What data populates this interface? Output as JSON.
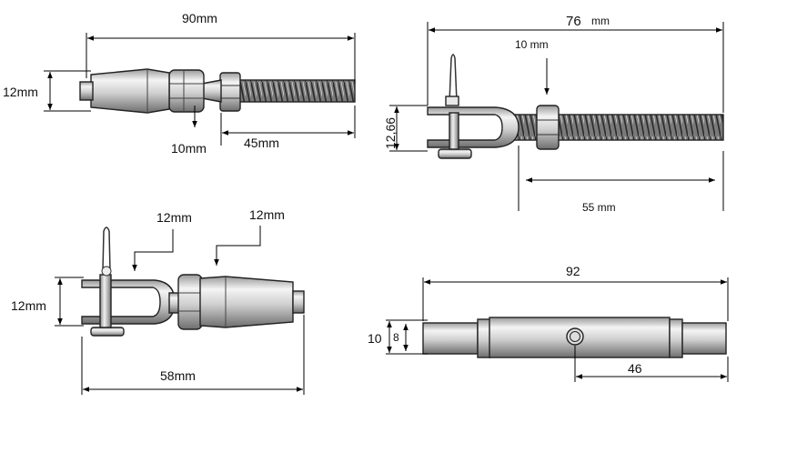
{
  "diagrams": {
    "top_left": {
      "overall_length": "90mm",
      "body_diameter": "12mm",
      "nut_size": "10mm",
      "thread_length": "45mm"
    },
    "top_right": {
      "overall_length": "76",
      "overall_length_unit": "mm",
      "nut_size": "10 mm",
      "fork_height": "12,66",
      "thread_length": "55 mm"
    },
    "bottom_left": {
      "fork_height": "12mm",
      "callout_a": "12mm",
      "callout_b": "12mm",
      "overall_length": "58mm"
    },
    "bottom_right": {
      "overall_length": "92",
      "outer_diameter": "10",
      "inner_diameter": "8",
      "hole_to_end": "46"
    }
  }
}
